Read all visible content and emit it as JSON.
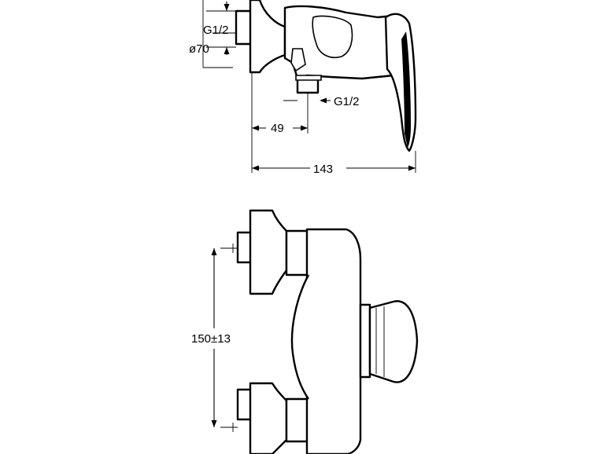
{
  "dimensions": {
    "inlet_thread": "G1/2",
    "flange_diameter": "ø70",
    "outlet_thread": "G1/2",
    "outlet_offset": "49",
    "total_depth": "143",
    "inlet_spacing": "150±13"
  }
}
